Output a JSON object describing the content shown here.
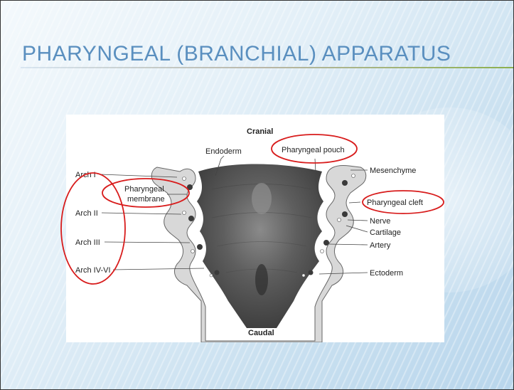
{
  "slide": {
    "title": "PHARYNGEAL (BRANCHIAL) APPARATUS",
    "accent_color": "#5a8fbf"
  },
  "figure": {
    "top_label": "Cranial",
    "bottom_label": "Caudal",
    "left_labels": [
      "Arch I",
      "Arch II",
      "Arch III",
      "Arch IV-VI"
    ],
    "center_left_labels": [
      "Endoderm"
    ],
    "membrane_label": [
      "Pharyngeal",
      "membrane"
    ],
    "pouch_label": "Pharyngeal pouch",
    "right_labels": [
      "Mesenchyme",
      "Pharyngeal cleft",
      "Nerve",
      "Cartilage",
      "Artery",
      "Ectoderm"
    ],
    "highlight_color": "#d81c1c"
  }
}
